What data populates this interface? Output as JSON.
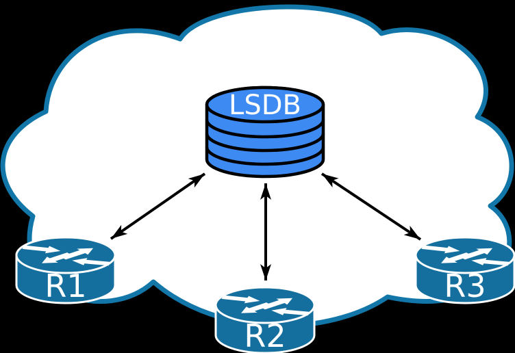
{
  "background_color": "#000000",
  "cloud": {
    "fill_color": "#ffffff",
    "stroke_color": "#1277A8"
  },
  "database": {
    "label": "LSDB",
    "fill_color": "#3D8AF3",
    "stroke_color": "#000000",
    "label_color": "#ffffff"
  },
  "routers": [
    {
      "id": "r1",
      "label": "R1"
    },
    {
      "id": "r2",
      "label": "R2"
    },
    {
      "id": "r3",
      "label": "R3"
    }
  ],
  "router_style": {
    "fill_color": "#146F9E",
    "outline_color": "#ffffff",
    "arrow_color": "#ffffff",
    "label_color": "#ffffff"
  },
  "links": [
    {
      "from": "R1",
      "to": "LSDB",
      "arrows": "both"
    },
    {
      "from": "R2",
      "to": "LSDB",
      "arrows": "both"
    },
    {
      "from": "R3",
      "to": "LSDB",
      "arrows": "both"
    }
  ],
  "link_color": "#000000"
}
